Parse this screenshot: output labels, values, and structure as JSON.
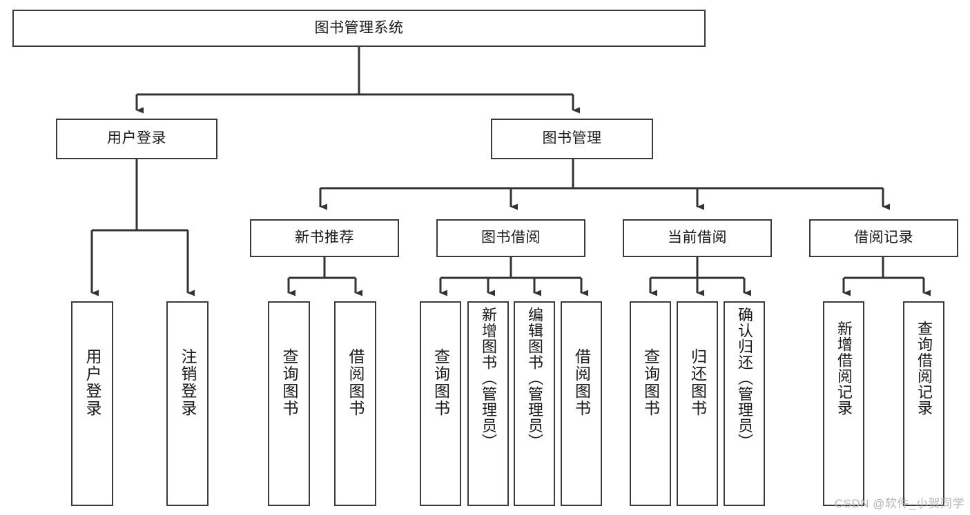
{
  "diagram": {
    "title": "图书管理系统",
    "type": "functional-structure-tree",
    "watermark": "CSDN @软件_小贺同学",
    "colors": {
      "background": "#ffffff",
      "box_border": "#3a3a3a",
      "box_fill": "#ffffff",
      "connector": "#333333",
      "text": "#1a1a1a",
      "watermark": "#b7b7b7"
    },
    "levels": [
      {
        "level": 0,
        "nodes": [
          {
            "id": "root",
            "label": "图书管理系统",
            "orientation": "horizontal"
          }
        ]
      },
      {
        "level": 1,
        "nodes": [
          {
            "id": "user-login",
            "label": "用户登录",
            "orientation": "horizontal",
            "parent": "root"
          },
          {
            "id": "book-management",
            "label": "图书管理",
            "orientation": "horizontal",
            "parent": "root"
          }
        ]
      },
      {
        "level": 2,
        "nodes": [
          {
            "id": "new-book-recommend",
            "label": "新书推荐",
            "orientation": "horizontal",
            "parent": "book-management"
          },
          {
            "id": "book-borrow",
            "label": "图书借阅",
            "orientation": "horizontal",
            "parent": "book-management"
          },
          {
            "id": "current-borrow",
            "label": "当前借阅",
            "orientation": "horizontal",
            "parent": "book-management"
          },
          {
            "id": "borrow-record",
            "label": "借阅记录",
            "orientation": "horizontal",
            "parent": "book-management"
          }
        ]
      },
      {
        "level": 3,
        "nodes": [
          {
            "id": "leaf-user-login",
            "label": "用户登录",
            "orientation": "vertical",
            "parent": "user-login"
          },
          {
            "id": "leaf-user-logout",
            "label": "注销登录",
            "orientation": "vertical",
            "parent": "user-login"
          },
          {
            "id": "leaf-query-book-1",
            "label": "查询图书",
            "orientation": "vertical",
            "parent": "new-book-recommend"
          },
          {
            "id": "leaf-borrow-book-1",
            "label": "借阅图书",
            "orientation": "vertical",
            "parent": "new-book-recommend"
          },
          {
            "id": "leaf-query-book-2",
            "label": "查询图书",
            "orientation": "vertical",
            "parent": "book-borrow"
          },
          {
            "id": "leaf-add-book",
            "label": "新增图书（管理员）",
            "orientation": "vertical",
            "parent": "book-borrow"
          },
          {
            "id": "leaf-edit-book",
            "label": "编辑图书（管理员）",
            "orientation": "vertical",
            "parent": "book-borrow"
          },
          {
            "id": "leaf-borrow-book-2",
            "label": "借阅图书",
            "orientation": "vertical",
            "parent": "book-borrow"
          },
          {
            "id": "leaf-query-book-3",
            "label": "查询图书",
            "orientation": "vertical",
            "parent": "current-borrow"
          },
          {
            "id": "leaf-return-book",
            "label": "归还图书",
            "orientation": "vertical",
            "parent": "current-borrow"
          },
          {
            "id": "leaf-confirm-return",
            "label": "确认归还（管理员）",
            "orientation": "vertical",
            "parent": "current-borrow"
          },
          {
            "id": "leaf-add-record",
            "label": "新增借阅记录",
            "orientation": "vertical",
            "parent": "borrow-record"
          },
          {
            "id": "leaf-query-record",
            "label": "查询借阅记录",
            "orientation": "vertical",
            "parent": "borrow-record"
          }
        ]
      }
    ]
  }
}
